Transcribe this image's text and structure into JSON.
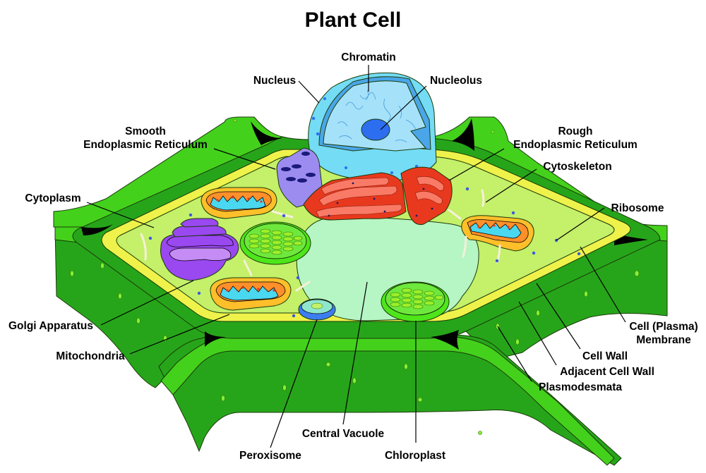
{
  "title": "Plant Cell",
  "labels": {
    "chromatin": "Chromatin",
    "nucleus": "Nucleus",
    "nucleolus": "Nucleolus",
    "smooth_er_line1": "Smooth",
    "smooth_er_line2": "Endoplasmic Reticulum",
    "rough_er_line1": "Rough",
    "rough_er_line2": "Endoplasmic Reticulum",
    "cytoskeleton": "Cytoskeleton",
    "cytoplasm": "Cytoplasm",
    "ribosome": "Ribosome",
    "golgi": "Golgi Apparatus",
    "mitochondria": "Mitochondria",
    "membrane_line1": "Cell (Plasma)",
    "membrane_line2": "Membrane",
    "cell_wall": "Cell Wall",
    "adjacent_cell_wall": "Adjacent Cell Wall",
    "plasmodesmata": "Plasmodesmata",
    "central_vacuole": "Central Vacuole",
    "peroxisome": "Peroxisome",
    "chloroplast": "Chloroplast"
  },
  "colors": {
    "wall_light": "#44d11c",
    "wall_dark": "#27a51a",
    "wall_mid": "#33b81a",
    "membrane_yellow": "#eef24a",
    "cytoplasm": "#c4f06a",
    "vacuole": "#b6f5c4",
    "nucleus_outer": "#74dcf4",
    "nucleus_inner": "#a5e2fa",
    "nucleolus": "#2d6ef0",
    "rough_er": "#e8391e",
    "rough_er_light": "#f97a66",
    "smooth_er": "#9d8cf0",
    "golgi": "#9a48f0",
    "golgi_light": "#c58cf5",
    "mito_outer": "#ffbf2a",
    "mito_inner": "#ff8f2a",
    "mito_cristae": "#4ad7f0",
    "chloroplast": "#6ee83c",
    "chloroplast_grana": "#9cef2a",
    "peroxisome": "#3c7ef0",
    "peroxisome_inner": "#8ee6cc",
    "ribosome": "#3a5ae0"
  }
}
